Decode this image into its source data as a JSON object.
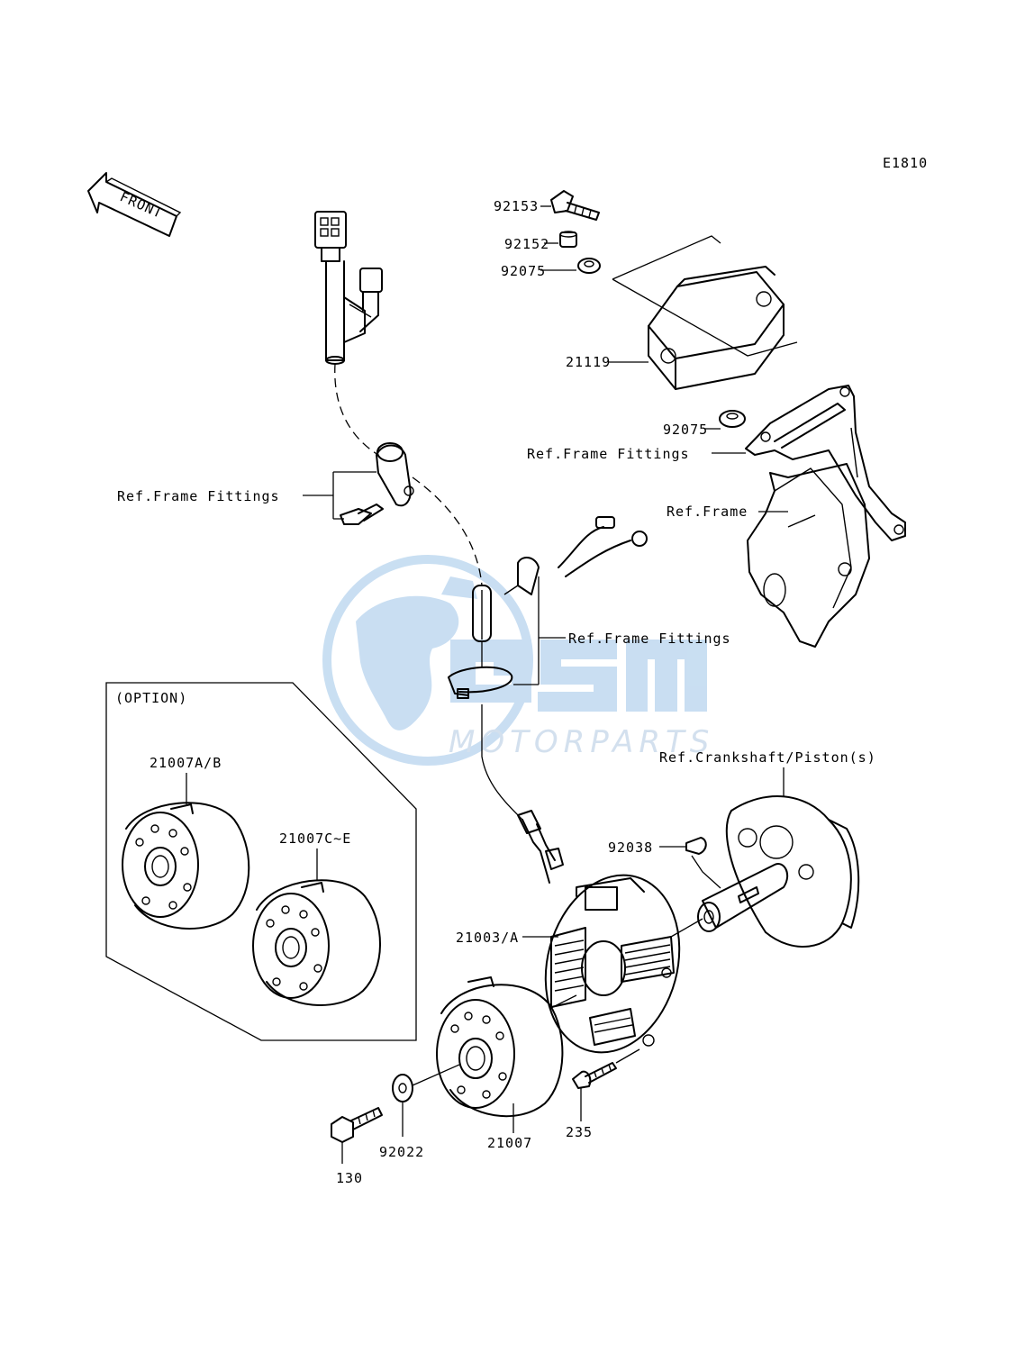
{
  "diagram_code": "E1810",
  "front_label": "FRONT",
  "option_title": "(OPTION)",
  "watermark": {
    "logo": "GSM",
    "text": "MOTORPARTS",
    "color": "#bcd7ef"
  },
  "labels": {
    "p92153": "92153",
    "p92152": "92152",
    "p92075a": "92075",
    "p21119": "21119",
    "p92075b": "92075",
    "ref_frame_fittings_right": "Ref.Frame Fittings",
    "ref_frame": "Ref.Frame",
    "ref_frame_fittings_left": "Ref.Frame Fittings",
    "ref_frame_fittings_center": "Ref.Frame Fittings",
    "ref_crankshaft": "Ref.Crankshaft/Piston(s)",
    "p21007ab": "21007A/B",
    "p21007ce": "21007C~E",
    "p92038": "92038",
    "p21003a": "21003/A",
    "p21007": "21007",
    "p92022": "92022",
    "p235": "235",
    "p130": "130"
  }
}
